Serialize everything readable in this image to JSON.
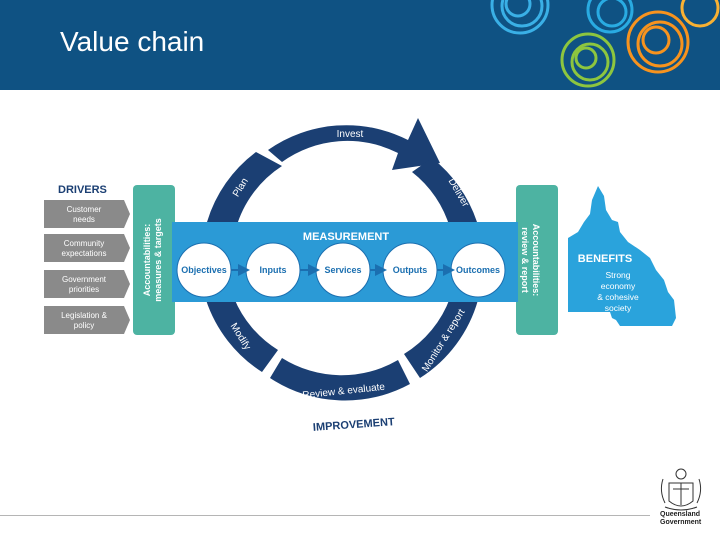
{
  "header": {
    "title": "Value chain"
  },
  "diagram": {
    "drivers": {
      "heading": "DRIVERS",
      "items": [
        {
          "line1": "Customer",
          "line2": "needs"
        },
        {
          "line1": "Community",
          "line2": "expectations"
        },
        {
          "line1": "Government",
          "line2": "priorities"
        },
        {
          "line1": "Legislation &",
          "line2": "policy"
        }
      ]
    },
    "left_bar": {
      "line1": "Accountabilities:",
      "line2": "measures & targets"
    },
    "right_bar": {
      "line1": "Accountabilities:",
      "line2": "review & report"
    },
    "measurement": {
      "heading": "MEASUREMENT",
      "circles": [
        "Objectives",
        "Inputs",
        "Services",
        "Outputs",
        "Outcomes"
      ]
    },
    "cycle": {
      "invest": "Invest",
      "plan": "Plan",
      "deliver": "Deliver",
      "modify": "Modify",
      "monitor": "Monitor & report",
      "review": "Review & evaluate"
    },
    "improvement": "IMPROVEMENT",
    "benefits": {
      "heading": "BENEFITS",
      "lines": [
        "Strong",
        "economy",
        "& cohesive",
        "society"
      ]
    }
  },
  "logo": {
    "line1": "Queensland",
    "line2": "Government"
  },
  "colors": {
    "header_bg": "#0f5283",
    "navy": "#1b3f73",
    "blue": "#2b9ad6",
    "teal": "#4db3a2",
    "grey": "#8a8a8a",
    "qld_blue": "#2aa3dc",
    "text_white": "#ffffff"
  }
}
